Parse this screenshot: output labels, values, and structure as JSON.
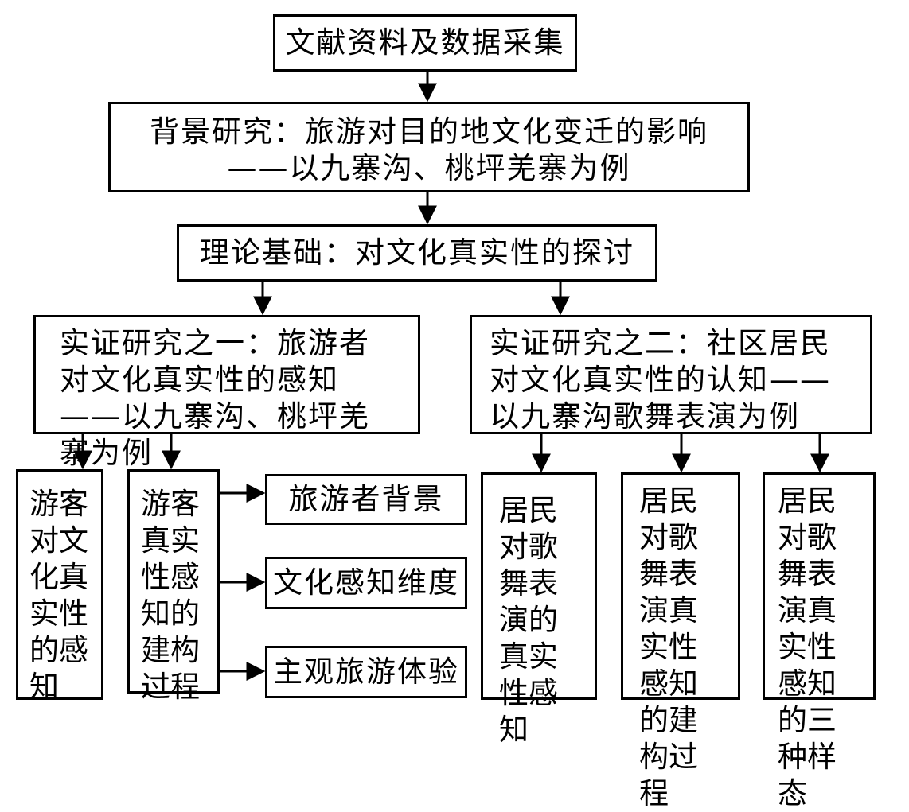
{
  "top": "文献资料及数据采集",
  "background": {
    "line1": "背景研究：旅游对目的地文化变迁的影响",
    "line2": "——以九寨沟、桃坪羌寨为例"
  },
  "theory": "理论基础：对文化真实性的探讨",
  "study1": {
    "title": "实证研究之一：旅游者对文化真实性的感知——以九寨沟、桃坪羌寨为例",
    "children": {
      "perception": "游客对文化真实性的感知",
      "process": "游客真实性感知的建构过程",
      "factors": [
        "旅游者背景",
        "文化感知维度",
        "主观旅游体验"
      ]
    }
  },
  "study2": {
    "title": "实证研究之二：社区居民对文化真实性的认知——以九寨沟歌舞表演为例",
    "children": [
      "居民对歌舞表演的真实性感知",
      "居民对歌舞表演真实性感知的建构过程",
      "居民对歌舞表演真实性感知的三种样态"
    ]
  }
}
